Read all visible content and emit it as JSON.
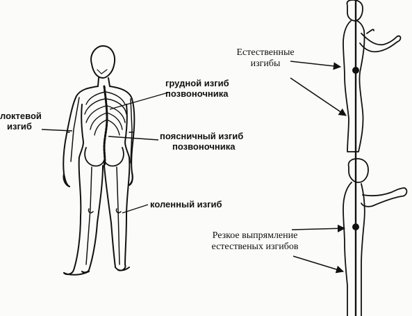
{
  "labels": {
    "elbow": {
      "line1": "локтевой",
      "line2": "изгиб"
    },
    "thoracic": {
      "line1": "грудной изгиб",
      "line2": "позвоночника"
    },
    "lumbar": {
      "line1": "поясничный изгиб",
      "line2": "позвоночника"
    },
    "knee": {
      "line1": "коленный изгиб"
    },
    "natural": {
      "line1": "Естественные",
      "line2": "изгибы"
    },
    "straightening": {
      "line1": "Резкое выпрямление",
      "line2": "естественых изгибов"
    }
  },
  "colors": {
    "ink": "#111111",
    "paper": "#fbfbfa"
  }
}
